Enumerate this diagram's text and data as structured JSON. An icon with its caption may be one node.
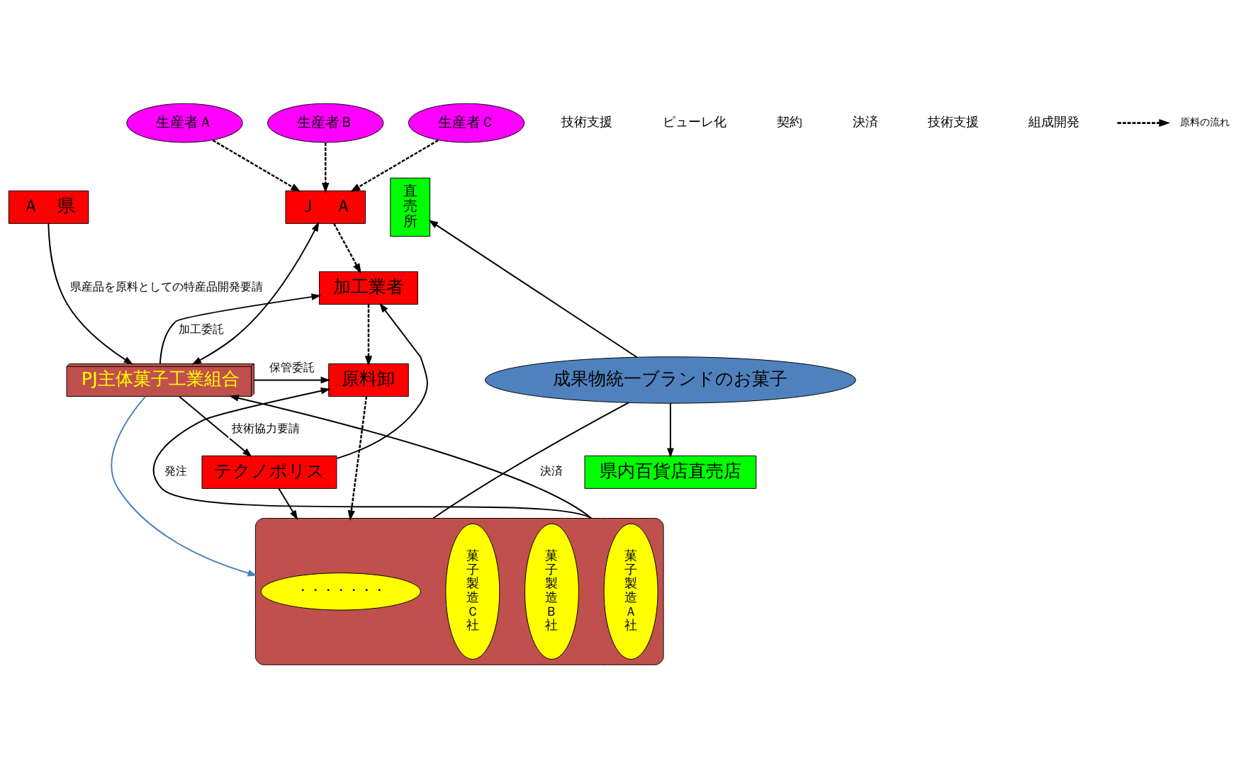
{
  "diagram": {
    "nodes": [
      {
        "text": [
          "生産者Ａ"
        ]
      },
      {
        "text": [
          "生産者Ｂ"
        ]
      },
      {
        "text": [
          "生産者Ｃ"
        ]
      },
      {
        "text": [
          "Ｊ　Ａ"
        ]
      },
      {
        "text": [
          "直売所"
        ]
      },
      {
        "text": [
          "Ａ　県"
        ]
      },
      {
        "text": [
          "加工業者"
        ]
      },
      {
        "text": [
          "原料卸"
        ]
      },
      {
        "text": [
          "PJ主体菓子工業組合"
        ]
      },
      {
        "text": [
          "成果物統一ブランドのお菓子"
        ]
      },
      {
        "text": [
          "テクノポリス"
        ]
      },
      {
        "text": [],
        "shape": "ellipse"
      },
      {
        "text": [
          "菓子製造Ａ社"
        ],
        "in": 11
      },
      {
        "text": [
          "菓子製造Ｂ社"
        ],
        "in": 11
      },
      {
        "text": [
          "菓子製造Ｃ社"
        ],
        "in": 11
      },
      {
        "text": [
          "・・・・・・・"
        ],
        "in": 11
      },
      {
        "text": [
          "県内百貨店直売店"
        ]
      }
    ],
    "edges": [
      {
        "from": 0,
        "to": 3,
        "arrow": "to",
        "style": "dashed"
      },
      {
        "from": 1,
        "to": 3,
        "arrow": "to",
        "style": "dashed"
      },
      {
        "from": 2,
        "to": 3,
        "arrow": "to",
        "style": "dashed"
      },
      {
        "from": 3,
        "to": 6,
        "arrow": "to",
        "style": "dashed"
      },
      {
        "from": 3,
        "to": 8,
        "arrow": "both"
      },
      {
        "from": 6,
        "to": 7,
        "arrow": "to",
        "style": "dashed"
      },
      {
        "from": 8,
        "to": 6,
        "label": "加工委託",
        "arrow": "to"
      },
      {
        "from": 8,
        "to": 7,
        "label": "保管委託",
        "arrow": "to"
      },
      {
        "from": 8,
        "to": 10,
        "label": "技術協力要請",
        "arrow": "to"
      },
      {
        "from": 7,
        "to": 11,
        "arrow": "to",
        "style": "dashed"
      },
      {
        "from": 11,
        "to": 7,
        "label": "発注",
        "arrow": "to"
      },
      {
        "from": 10,
        "to": 6,
        "arrow": "to"
      },
      {
        "from": 10,
        "to": 11,
        "arrow": "to"
      },
      {
        "from": 8,
        "to": 11,
        "arrow": "to",
        "color": "#4f81bd"
      },
      {
        "from": 11,
        "to": 8,
        "label": "決済",
        "arrow": "to"
      },
      {
        "from": 5,
        "to": 8,
        "label": "県産品を原料としての特産品開発要請",
        "arrow": "to"
      },
      {
        "from": 9,
        "to": 4,
        "arrow": "to"
      },
      {
        "from": 9,
        "to": 11,
        "arrow": "none"
      },
      {
        "from": 9,
        "to": 16,
        "arrow": "to"
      }
    ],
    "labels": [
      "技術支援",
      "ピューレ化",
      "契約",
      "決済",
      "技術支援",
      "組成開発"
    ],
    "legend": [
      {
        "text": "原料の流れ"
      }
    ]
  }
}
